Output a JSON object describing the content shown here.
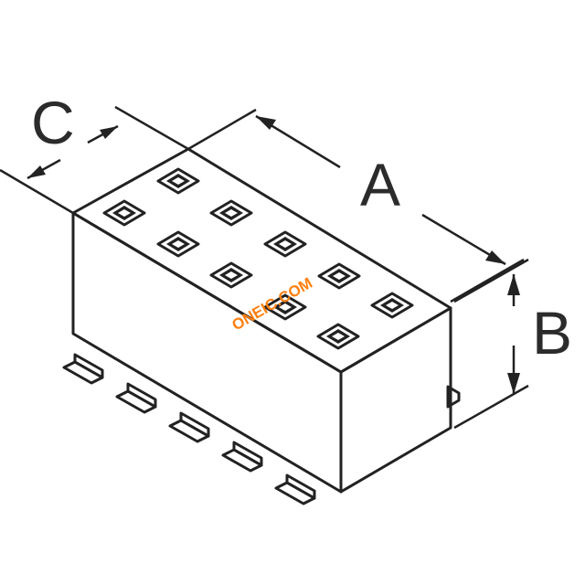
{
  "diagram": {
    "dimension_labels": {
      "a": "A",
      "b": "B",
      "c": "C"
    },
    "watermark": "ONEIC.COM",
    "component": {
      "pin_count": 10,
      "rows": 2,
      "columns": 5
    },
    "colors": {
      "line": "#222222",
      "watermark": "#ff7f0e",
      "background": "#ffffff"
    }
  }
}
